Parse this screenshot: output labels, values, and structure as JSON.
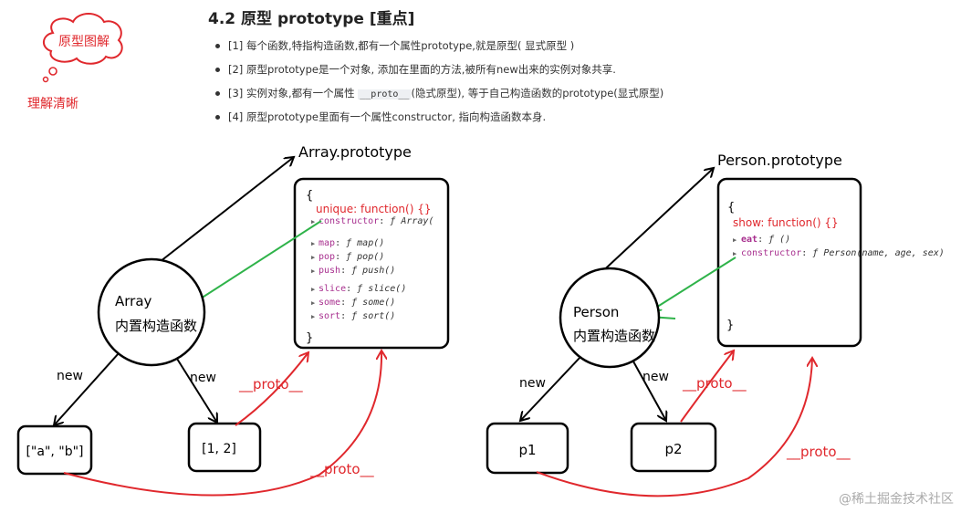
{
  "section": {
    "title": "4.2 原型 prototype [重点]",
    "bullets": [
      {
        "before": "[1] 每个函数,特指构造函数,都有一个属性prototype,就是原型( 显式原型 )",
        "code": "",
        "after": ""
      },
      {
        "before": "[2] 原型prototype是一个对象, 添加在里面的方法,被所有new出来的实例对象共享.",
        "code": "",
        "after": ""
      },
      {
        "before": "[3] 实例对象,都有一个属性 ",
        "code": "__proto__",
        "after": "(隐式原型), 等于自己构造函数的prototype(显式原型)"
      },
      {
        "before": "[4] 原型prototype里面有一个属性constructor, 指向构造函数本身.",
        "code": "",
        "after": ""
      }
    ]
  },
  "annotations": {
    "bubble": "原型图解",
    "note": "理解清晰"
  },
  "array_diagram": {
    "prototype_label": "Array.prototype",
    "box": {
      "open": "{",
      "close": "}",
      "custom": "unique: function() {}",
      "props": [
        {
          "key": "constructor",
          "value": "ƒ Array("
        },
        {
          "key": "map",
          "value": "ƒ map()"
        },
        {
          "key": "pop",
          "value": "ƒ pop()"
        },
        {
          "key": "push",
          "value": "ƒ push()"
        },
        {
          "key": "slice",
          "value": "ƒ slice()"
        },
        {
          "key": "some",
          "value": "ƒ some()"
        },
        {
          "key": "sort",
          "value": "ƒ sort()"
        }
      ]
    },
    "constructor_line1": "Array",
    "constructor_line2": "内置构造函数",
    "new_left": "new",
    "new_right": "new",
    "instance_left": "[\"a\", \"b\"]",
    "instance_right": "[1, 2]",
    "proto_upper": "__proto__",
    "proto_lower": "__proto__"
  },
  "person_diagram": {
    "prototype_label": "Person.prototype",
    "box": {
      "open": "{",
      "close": "}",
      "custom": "show: function() {}",
      "props": [
        {
          "key": "eat",
          "value": "ƒ ()"
        },
        {
          "key": "constructor",
          "value": "ƒ Person(name, age, sex)"
        }
      ]
    },
    "constructor_line1": "Person",
    "constructor_line2": "内置构造函数",
    "new_left": "new",
    "new_right": "new",
    "instance_left": "p1",
    "instance_right": "p2",
    "proto_upper": "__proto__",
    "proto_lower": "__proto__"
  },
  "watermark": "@稀土掘金技术社区",
  "colors": {
    "ink": "#000000",
    "red": "#e0282d",
    "green": "#2fb34a",
    "purple": "#a8308f"
  }
}
